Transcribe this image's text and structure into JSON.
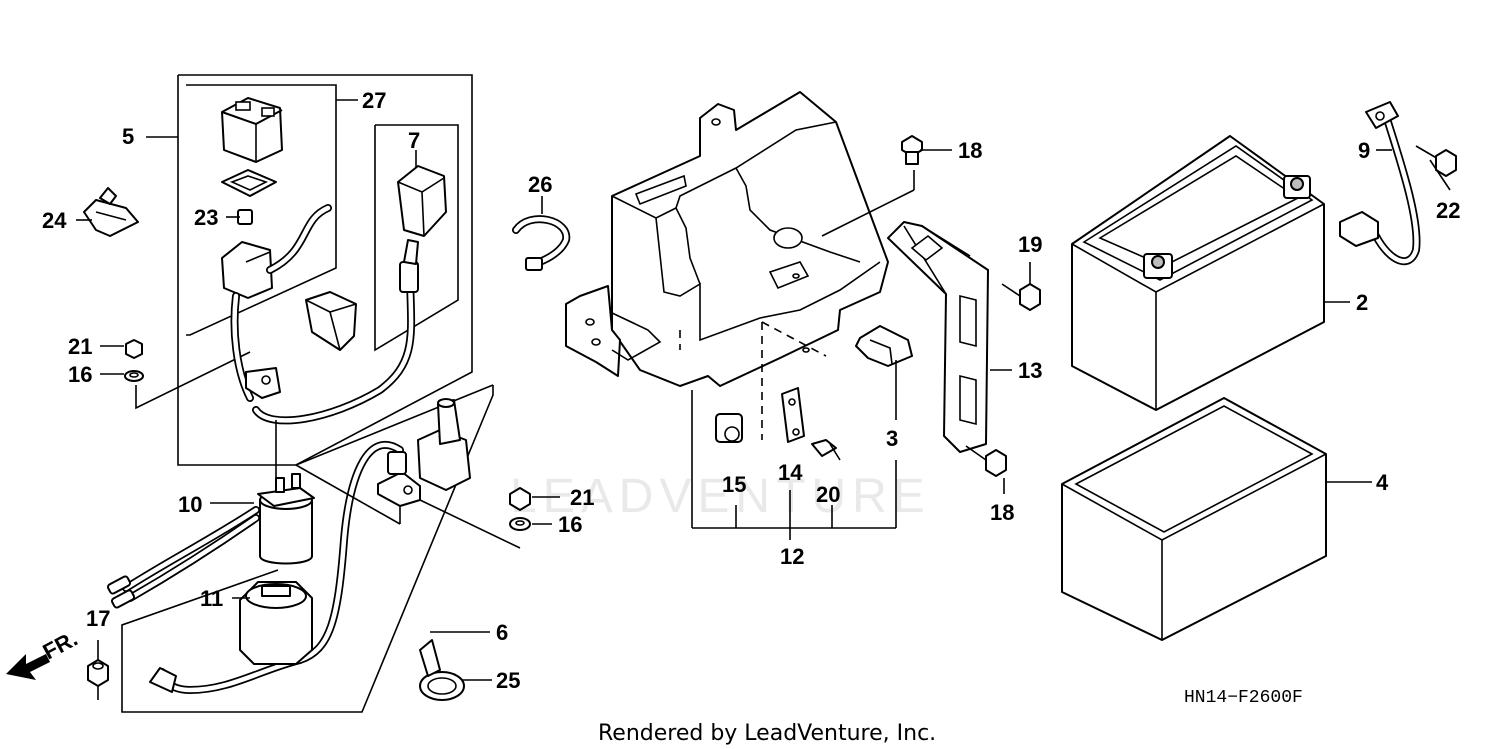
{
  "diagram": {
    "watermark": "LEADVENTURE",
    "diagram_code": "HN14−F2600F",
    "footer": "Rendered by LeadVenture, Inc.",
    "direction_label": "FR.",
    "callouts": {
      "p2": "2",
      "p3": "3",
      "p4": "4",
      "p5": "5",
      "p6": "6",
      "p7": "7",
      "p9": "9",
      "p10": "10",
      "p11": "11",
      "p12": "12",
      "p13": "13",
      "p14": "14",
      "p15": "15",
      "p16a": "16",
      "p16b": "16",
      "p17": "17",
      "p18a": "18",
      "p18b": "18",
      "p19": "19",
      "p20": "20",
      "p21a": "21",
      "p21b": "21",
      "p22": "22",
      "p23": "23",
      "p24": "24",
      "p25": "25",
      "p26": "26",
      "p27": "27"
    }
  }
}
